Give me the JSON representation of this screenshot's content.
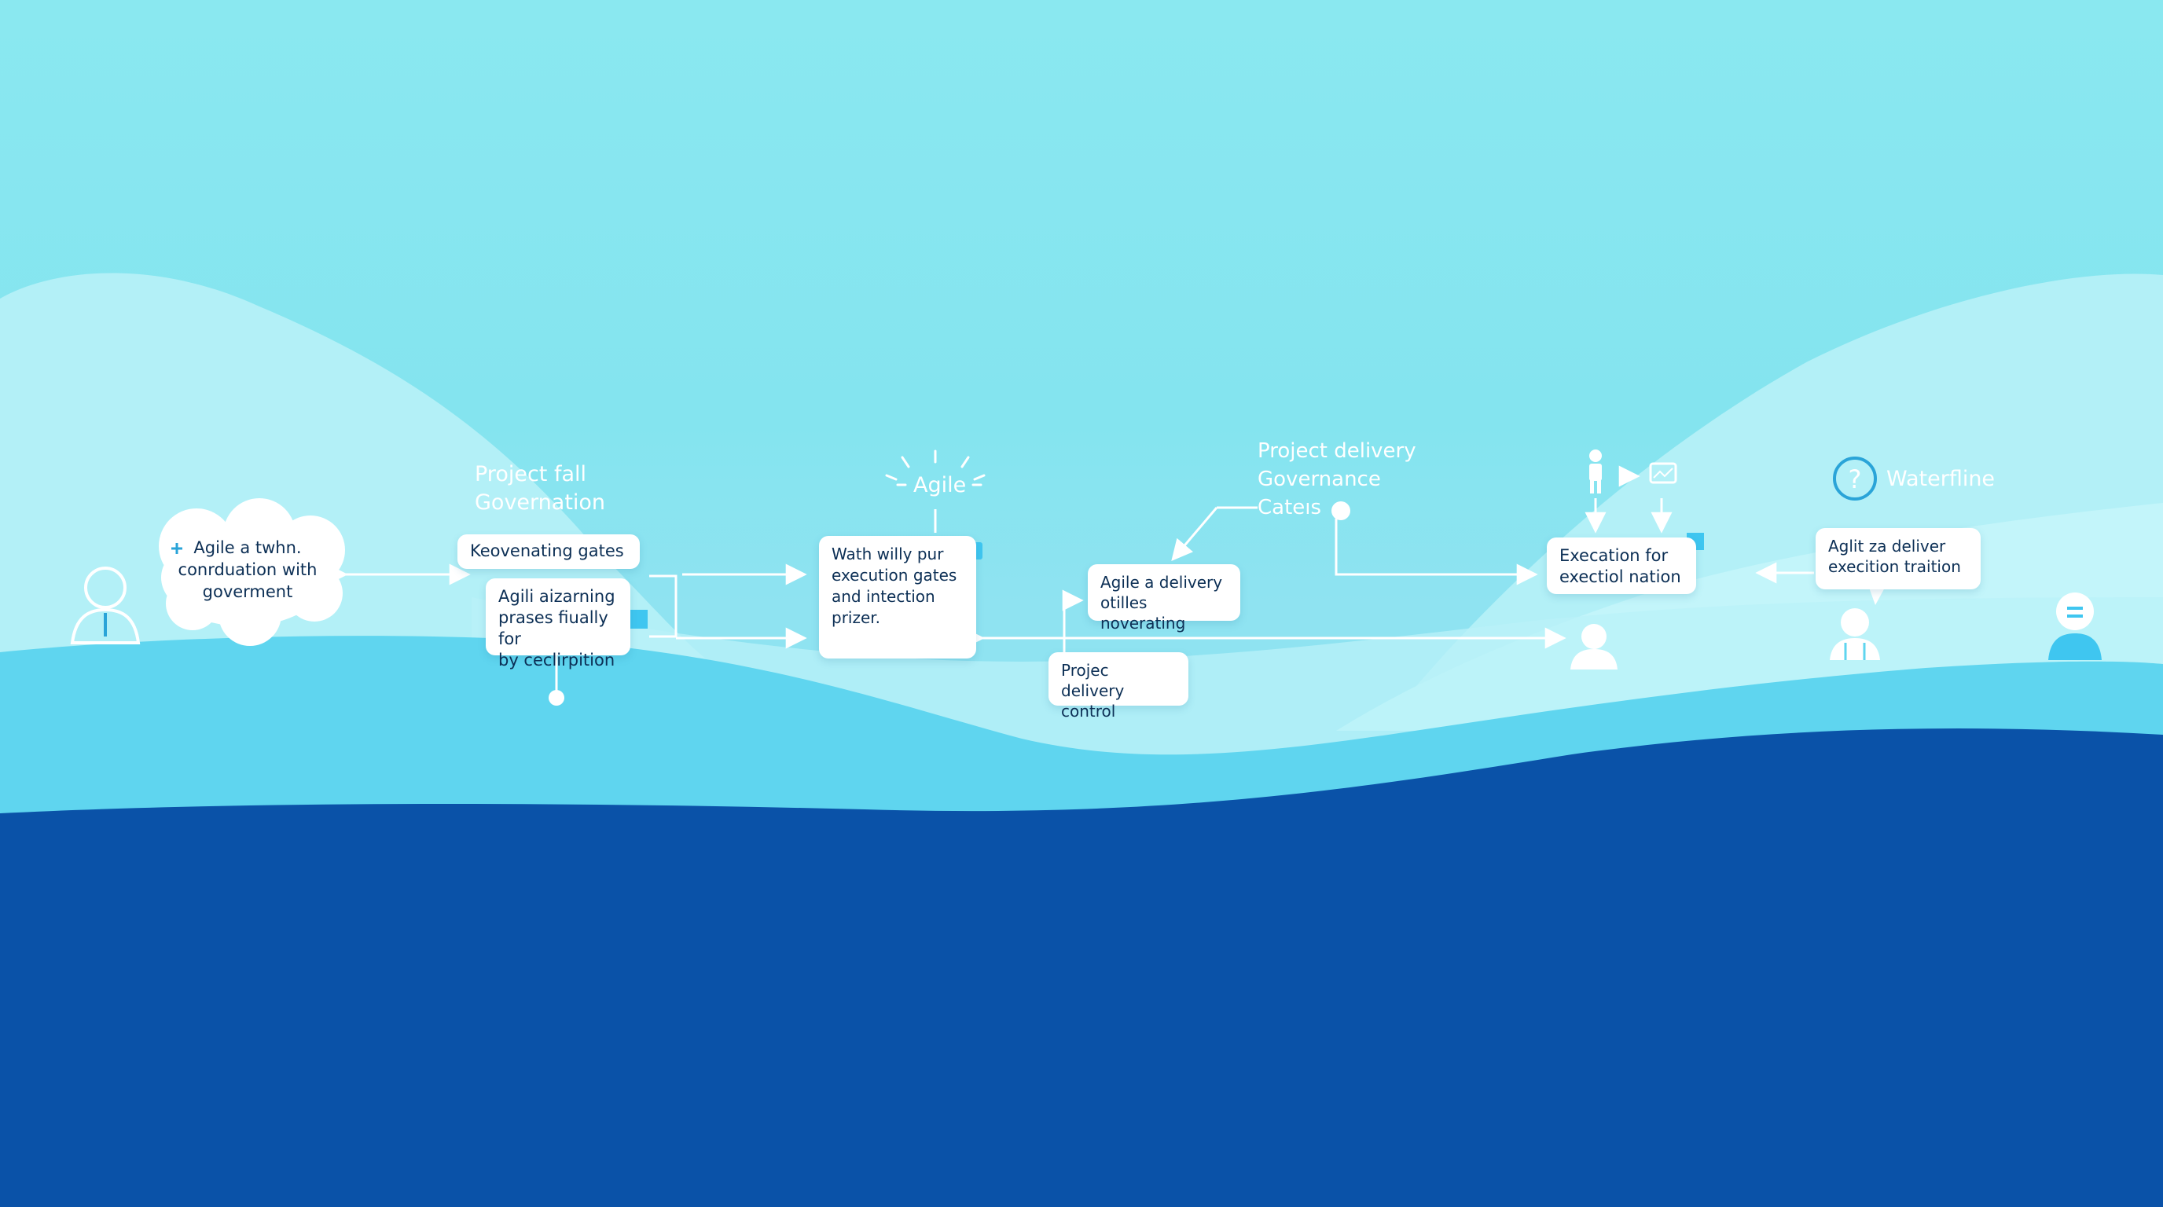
{
  "colors": {
    "sky": "#86e6ee",
    "hill_light": "#b6f2f8",
    "wave_mid": "#5fd5ef",
    "wave_deep": "#0a52a8",
    "line_white": "#ffffff",
    "accent_square": "#3fc6f0",
    "box_text": "#0c2f55"
  },
  "nodes": {
    "cloud_note": {
      "text": "Agile a twhn.\nconrduation with\ngoverment",
      "icon": "plus-icon"
    },
    "title_left": "Project fall\nGovernation",
    "keovenating": "Keovenating gates",
    "agili_box": "Agili aizarning\nprases fiually for\nby ceclirpition",
    "agile_burst": "Agile",
    "wath_box": "Wath willy pur\nexecution gates\nand intection\nprizer.",
    "delivery_gov": "Project delivery\nGovernance\nCateıs",
    "agile_delivery": "Agile a delivery\notilles noverating",
    "projec_delivery": "Projec delivery\ncontrol",
    "execation": "Execation for\nexectiol nation",
    "waterfline": "Waterfline",
    "aglit_box": "Aglit za deliver\nexecition traition"
  },
  "icons": [
    "person-icon",
    "person-small-icon",
    "user-tie-icon",
    "help-circle-icon",
    "chat-avatar-icon",
    "chart-icon",
    "arrow-icon"
  ]
}
